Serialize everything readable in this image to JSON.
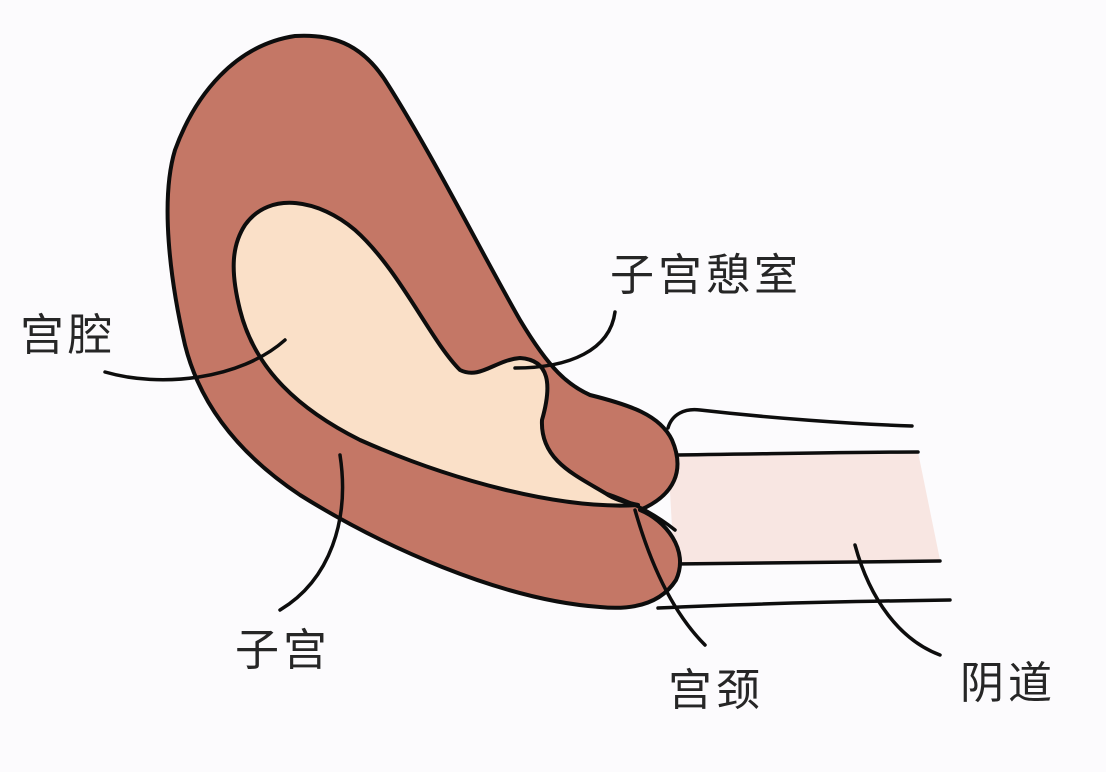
{
  "colors": {
    "background": "#fcfbfd",
    "uterus_wall": "#c47766",
    "cavity": "#fae0c8",
    "vagina": "#f8e6e2",
    "outline": "#0d0d0d",
    "label_text": "#262626"
  },
  "labels": {
    "cavity": "宫腔",
    "polyp": "子宫憩室",
    "uterus": "子宫",
    "cervix": "宫颈",
    "vagina": "阴道"
  }
}
